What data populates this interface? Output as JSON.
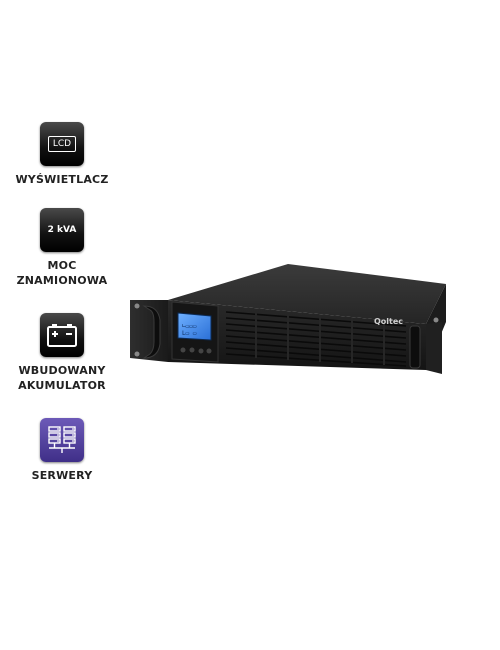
{
  "features": [
    {
      "badge": "LCD",
      "label_lines": [
        "WYŚWIETLACZ"
      ]
    },
    {
      "badge": "2 kVA",
      "label_lines": [
        "MOC",
        "ZNAMIONOWA"
      ]
    },
    {
      "icon": "battery-icon",
      "label_lines": [
        "WBUDOWANY",
        "AKUMULATOR"
      ]
    },
    {
      "icon": "server-rack-icon",
      "label_lines": [
        "SERWERY"
      ]
    }
  ],
  "product": {
    "brand": "Qoltec",
    "name": "UPS rack unit"
  },
  "colors": {
    "badge_dark": "#111111",
    "badge_purple": "#4b3b9a",
    "label_text": "#222222",
    "lcd_screen": "#3a7fe0"
  }
}
